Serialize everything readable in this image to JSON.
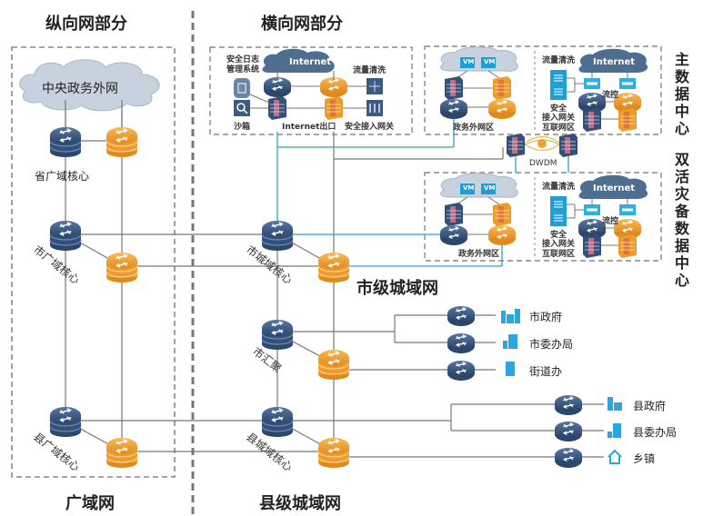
{
  "sections": {
    "vertical": "纵向网部分",
    "horizontal": "横向网部分",
    "wan": "广域网",
    "county_metro": "县级城域网",
    "city_metro": "市级城域网"
  },
  "datacenters": {
    "main": "主数据中心",
    "backup": "双活灾备数据中心"
  },
  "clouds": {
    "central": "中央政务外网",
    "internet": "Internet",
    "vm": "VM"
  },
  "wan_nodes": {
    "province": "省广域核心",
    "city": "市广域核心",
    "county": "县广域核心"
  },
  "metro_nodes": {
    "city_core": "市城域核心",
    "city_agg": "市汇聚",
    "county_core": "县城域核心"
  },
  "internet_zone": {
    "log": "安全日志\n管理系统",
    "log_line1": "安全日志",
    "log_line2": "管理系统",
    "sandbox": "沙箱",
    "exit": "Internet出口",
    "cleaning": "流量清洗",
    "gateway": "安全接入网关"
  },
  "dc_zone": {
    "gov_zone": "政务外网区",
    "cleaning": "流量清洗",
    "gateway_line1": "安全",
    "gateway_line2": "接入网关",
    "flow_control": "流控",
    "internet_zone": "互联网区",
    "dwdm": "DWDM"
  },
  "city_endpoints": [
    {
      "label": "市政府",
      "icon": "city-government-building-icon"
    },
    {
      "label": "市委办局",
      "icon": "city-office-building-icon"
    },
    {
      "label": "街道办",
      "icon": "street-office-building-icon"
    }
  ],
  "county_endpoints": [
    {
      "label": "县政府",
      "icon": "county-government-building-icon"
    },
    {
      "label": "县委办局",
      "icon": "county-office-building-icon"
    },
    {
      "label": "乡镇",
      "icon": "town-house-icon"
    }
  ],
  "colors": {
    "navy": "#3d5a80",
    "orange": "#f0a030",
    "teal": "#2aa9b8",
    "line": "#777777",
    "dash": "#888888",
    "cloud": "#c8d2de",
    "internet_cloud": "#4f6d8f",
    "vm": "#1e9fd8",
    "building": "#2ca6dc"
  }
}
